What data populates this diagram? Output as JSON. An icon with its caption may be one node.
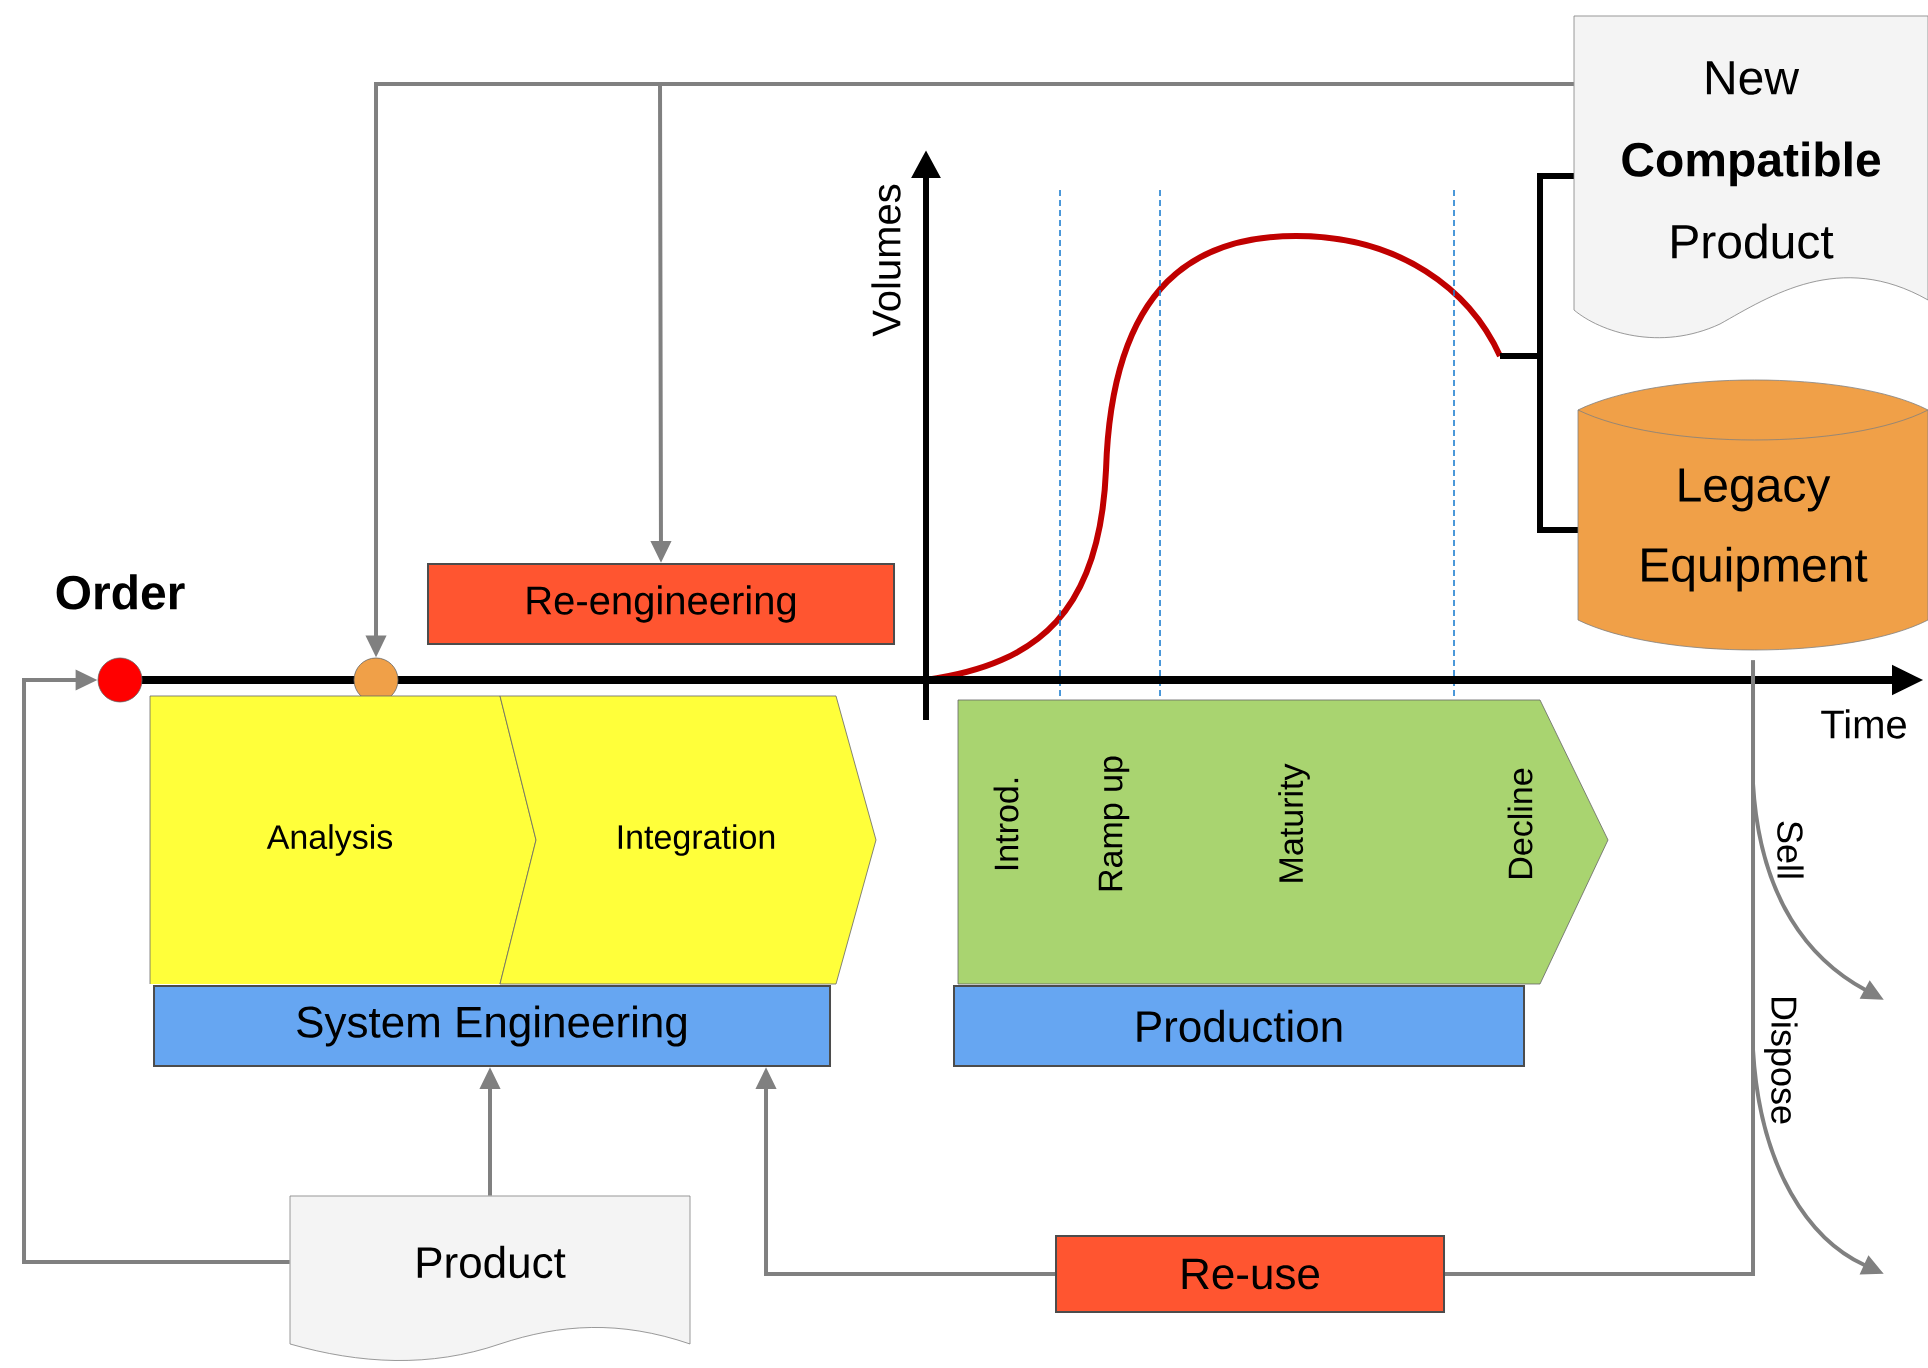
{
  "diagram": {
    "nodes": [
      {
        "text": [],
        "shape": "circle",
        "beside": [
          "Order"
        ]
      },
      {
        "text": [],
        "shape": "circle"
      },
      {
        "text": [
          "Re-engineering"
        ]
      },
      {
        "text": [
          "Analysis"
        ]
      },
      {
        "text": [
          "Integration"
        ]
      },
      {
        "text": [
          "System Engineering"
        ]
      },
      {
        "text": [
          "Introd.",
          "Ramp up",
          "Maturity",
          "Decline"
        ]
      },
      {
        "text": [
          "Production"
        ]
      },
      {
        "text": [
          "New **Compatible** Product"
        ]
      },
      {
        "text": [
          "Legacy Equipment"
        ]
      },
      {
        "text": [
          "Product"
        ]
      },
      {
        "text": [
          "Re-use"
        ]
      }
    ],
    "edges": [
      {
        "from": 8,
        "to": 1,
        "arrow": "to"
      },
      {
        "from": 8,
        "to": 2,
        "arrow": "to"
      },
      {
        "from": 10,
        "to": 5,
        "arrow": "to"
      },
      {
        "from": 10,
        "to": 0,
        "arrow": "to"
      },
      {
        "from": 9,
        "to": 11,
        "arrow": "none"
      },
      {
        "from": 11,
        "to": 5,
        "arrow": "to"
      },
      {
        "from": 9,
        "to": null,
        "arrow": "to",
        "label": "Sell"
      },
      {
        "from": 9,
        "to": null,
        "arrow": "to",
        "label": "Dispose"
      }
    ],
    "labels": [
      "Volumes",
      "Time"
    ]
  }
}
